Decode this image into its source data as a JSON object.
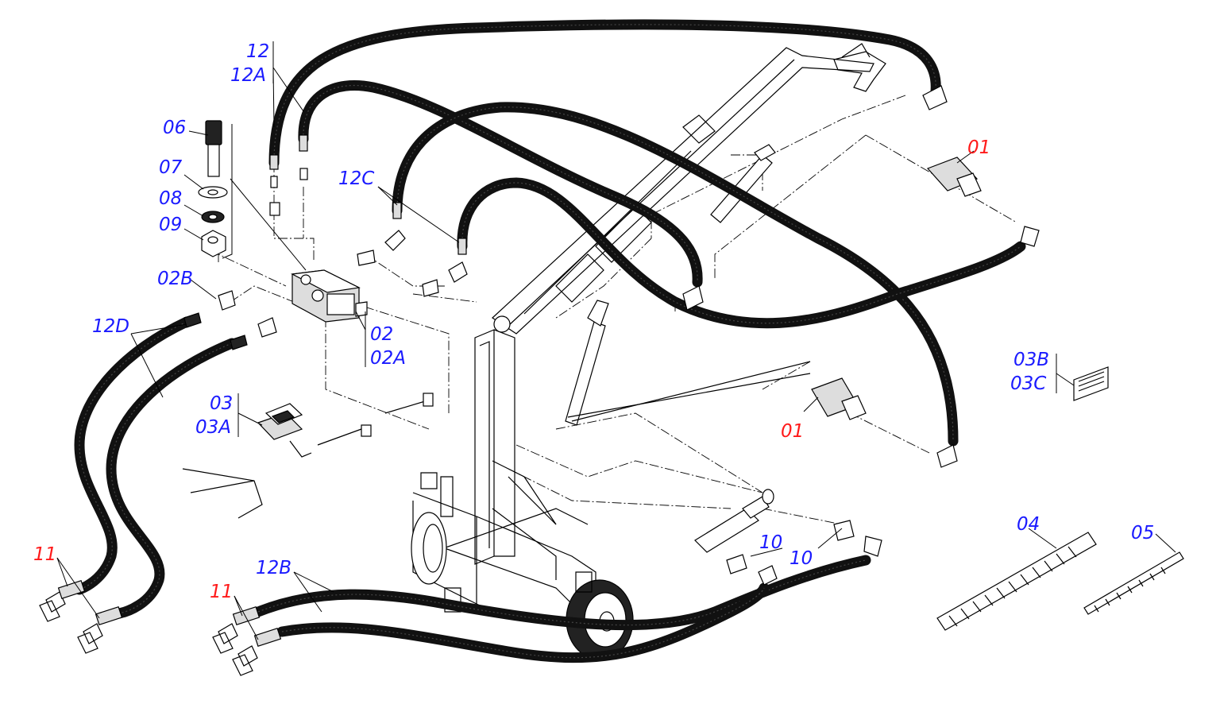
{
  "labels": {
    "p01_top": "01",
    "p01_mid": "01",
    "p02": "02",
    "p02A": "02A",
    "p02B": "02B",
    "p03": "03",
    "p03A": "03A",
    "p03B": "03B",
    "p03C": "03C",
    "p04": "04",
    "p05": "05",
    "p06": "06",
    "p07": "07",
    "p08": "08",
    "p09": "09",
    "p10_a": "10",
    "p10_b": "10",
    "p11_left": "11",
    "p11_bottom": "11",
    "p12": "12",
    "p12A": "12A",
    "p12B": "12B",
    "p12C": "12C",
    "p12D": "12D"
  },
  "colors": {
    "label_blue": "#1a1aff",
    "label_red": "#ff1a1a",
    "line": "#000000",
    "hose": "#111111"
  }
}
